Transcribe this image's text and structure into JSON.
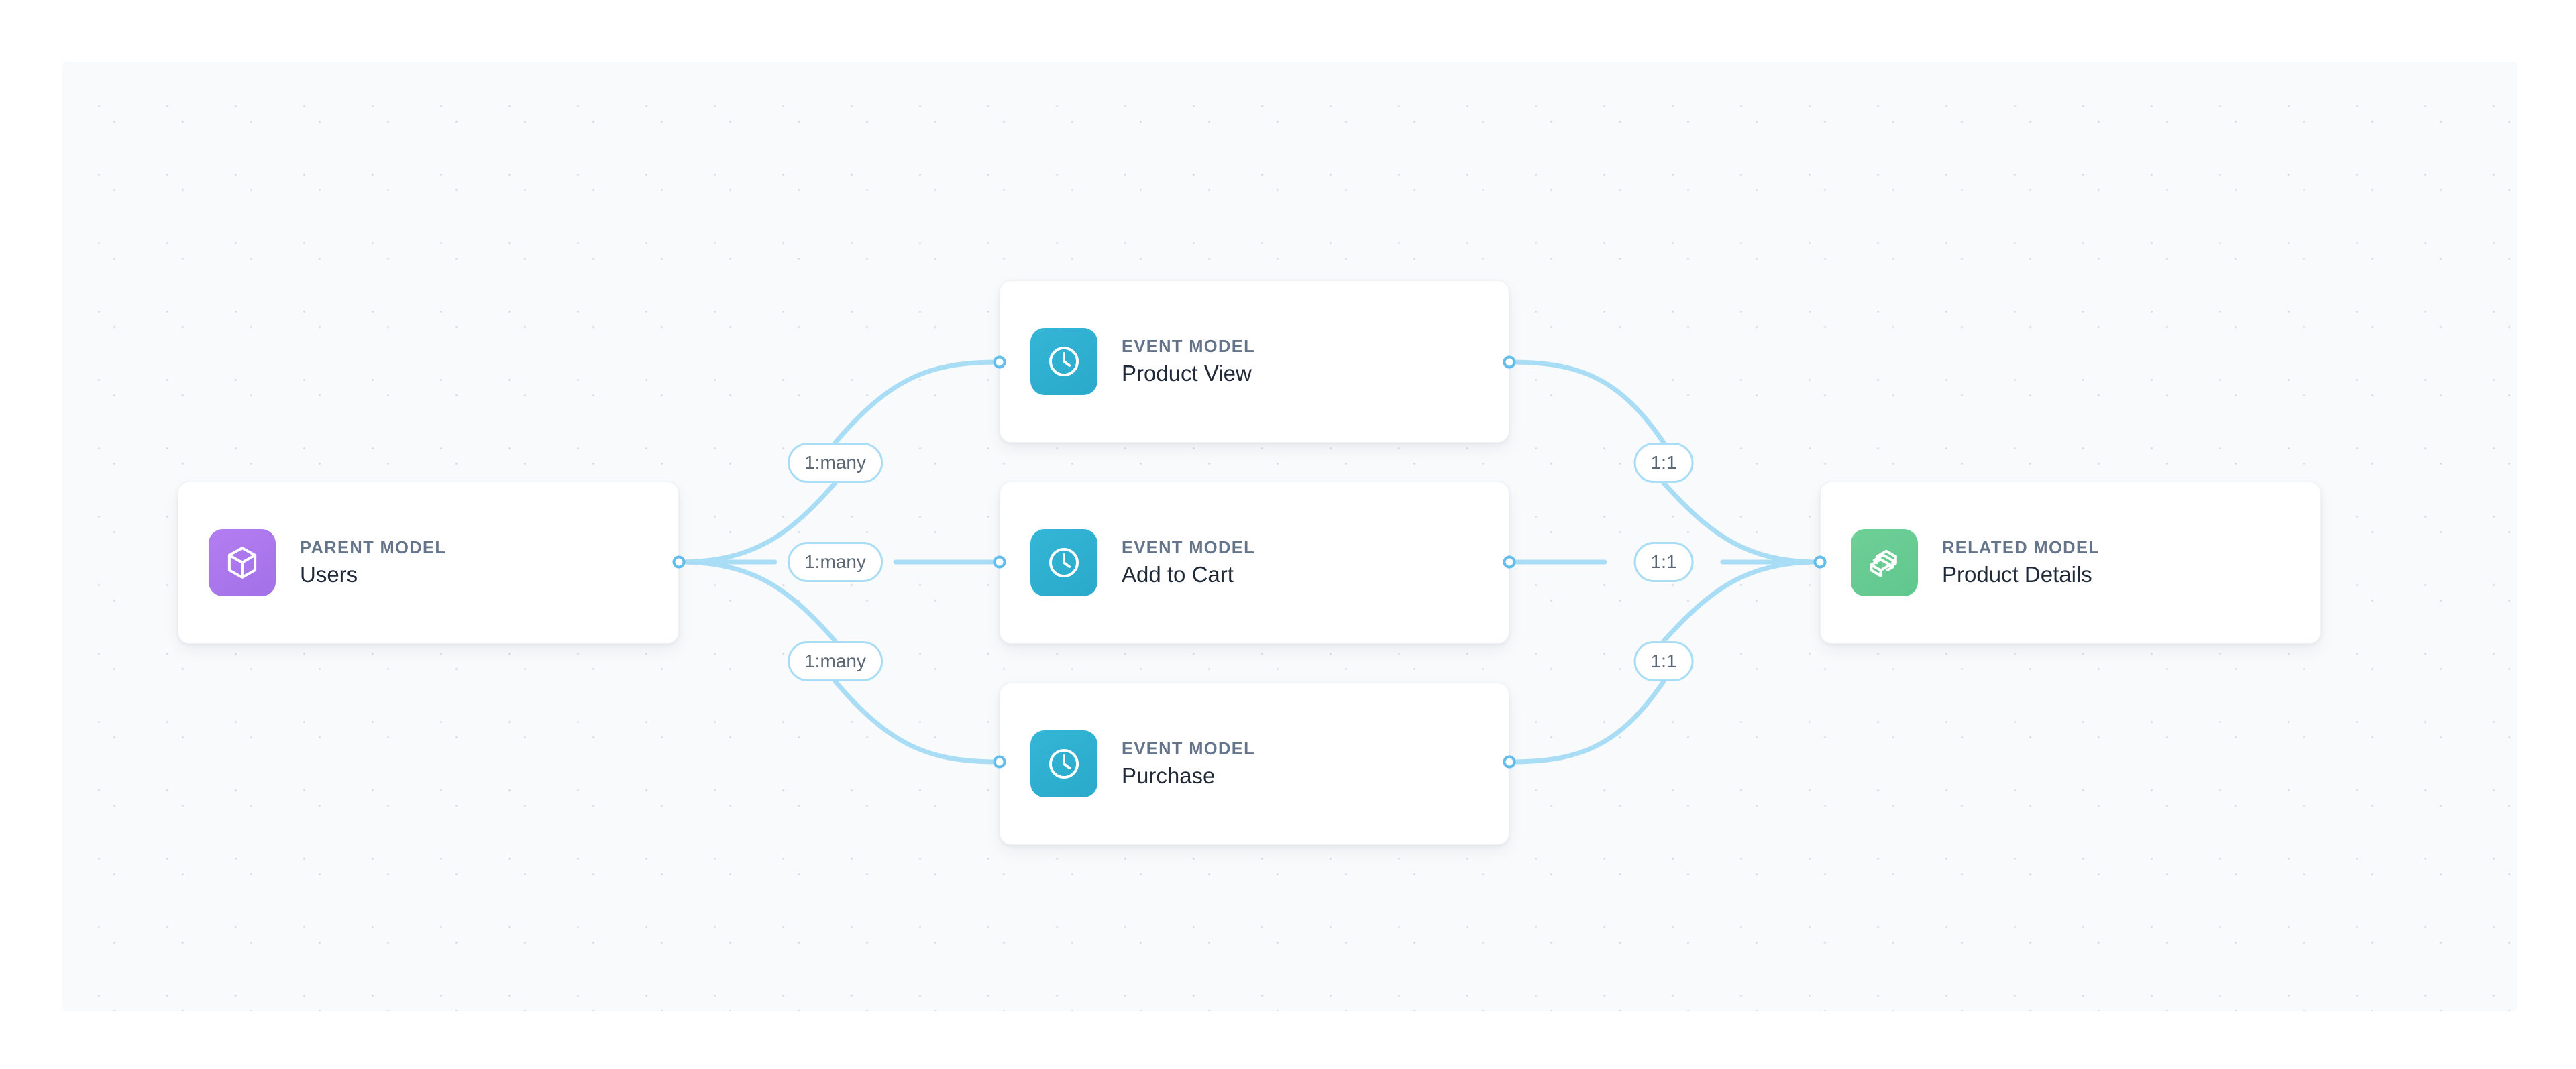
{
  "canvas": {
    "background_color": "#f8fafc",
    "grid": "dot-grid"
  },
  "diagram": {
    "type": "entity-relationship-flow",
    "edge_color": "#a9ddf5",
    "nodes": [
      {
        "id": "users",
        "role": "parent",
        "eyebrow": "PARENT MODEL",
        "title": "Users",
        "icon": "cube-icon",
        "accent_color": "#a370e8"
      },
      {
        "id": "product-view",
        "role": "event",
        "eyebrow": "EVENT MODEL",
        "title": "Product View",
        "icon": "clock-icon",
        "accent_color": "#2aa9ca"
      },
      {
        "id": "add-to-cart",
        "role": "event",
        "eyebrow": "EVENT MODEL",
        "title": "Add to Cart",
        "icon": "clock-icon",
        "accent_color": "#2aa9ca"
      },
      {
        "id": "purchase",
        "role": "event",
        "eyebrow": "EVENT MODEL",
        "title": "Purchase",
        "icon": "clock-icon",
        "accent_color": "#2aa9ca"
      },
      {
        "id": "product-details",
        "role": "related",
        "eyebrow": "RELATED MODEL",
        "title": "Product Details",
        "icon": "layers-icon",
        "accent_color": "#5fc78d"
      }
    ],
    "edges": [
      {
        "from": "users",
        "to": "product-view",
        "cardinality": "1:many"
      },
      {
        "from": "users",
        "to": "add-to-cart",
        "cardinality": "1:many"
      },
      {
        "from": "users",
        "to": "purchase",
        "cardinality": "1:many"
      },
      {
        "from": "product-view",
        "to": "product-details",
        "cardinality": "1:1"
      },
      {
        "from": "add-to-cart",
        "to": "product-details",
        "cardinality": "1:1"
      },
      {
        "from": "purchase",
        "to": "product-details",
        "cardinality": "1:1"
      }
    ]
  }
}
